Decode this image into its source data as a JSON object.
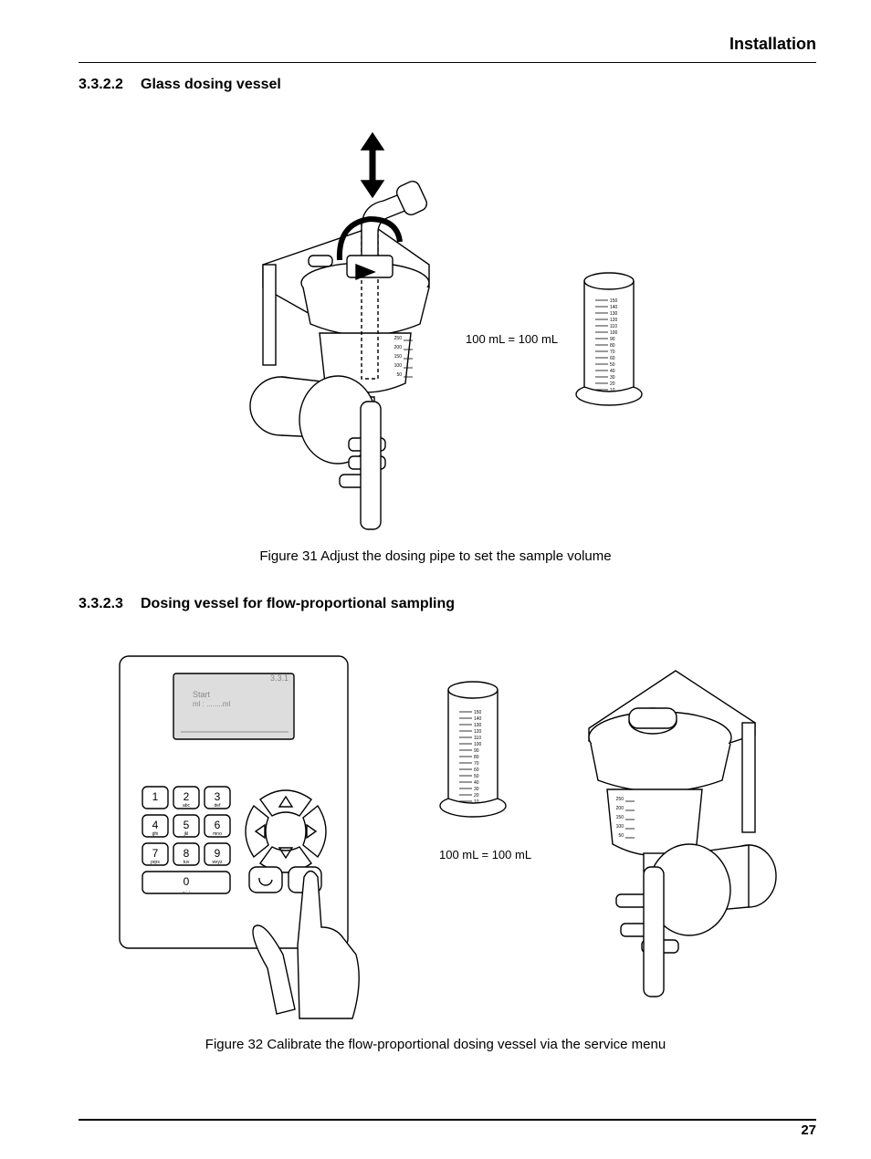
{
  "header": {
    "title": "Installation"
  },
  "sections": [
    {
      "number": "3.3.2.2",
      "title": "Glass dosing vessel"
    },
    {
      "number": "3.3.2.3",
      "title": "Dosing vessel for flow-proportional sampling"
    }
  ],
  "figures": [
    {
      "caption": "Figure 31 Adjust the dosing pipe to set the sample volume",
      "volume_label": "100 mL = 100 mL"
    },
    {
      "caption": "Figure 32 Calibrate the flow-proportional dosing vessel via the service menu",
      "volume_label": "100 mL = 100 mL"
    }
  ],
  "controller": {
    "display": {
      "menu_code": "3.3.1",
      "line1": "Start",
      "line2": "ml : ........ml"
    },
    "keys": [
      {
        "digit": "1",
        "letters": ""
      },
      {
        "digit": "2",
        "letters": "abc"
      },
      {
        "digit": "3",
        "letters": "def"
      },
      {
        "digit": "4",
        "letters": "ghi"
      },
      {
        "digit": "5",
        "letters": "jkl"
      },
      {
        "digit": "6",
        "letters": "mno"
      },
      {
        "digit": "7",
        "letters": "pqrs"
      },
      {
        "digit": "8",
        "letters": "tuv"
      },
      {
        "digit": "9",
        "letters": "wxyz"
      },
      {
        "digit": "0",
        "letters": "_ . ,"
      }
    ]
  },
  "cylinder_scale": [
    "150",
    "140",
    "130",
    "120",
    "110",
    "100",
    "90",
    "80",
    "70",
    "60",
    "50",
    "40",
    "30",
    "20",
    "10"
  ],
  "vessel_scale": [
    "250",
    "200",
    "150",
    "100",
    "50"
  ],
  "footer": {
    "page_number": "27"
  }
}
